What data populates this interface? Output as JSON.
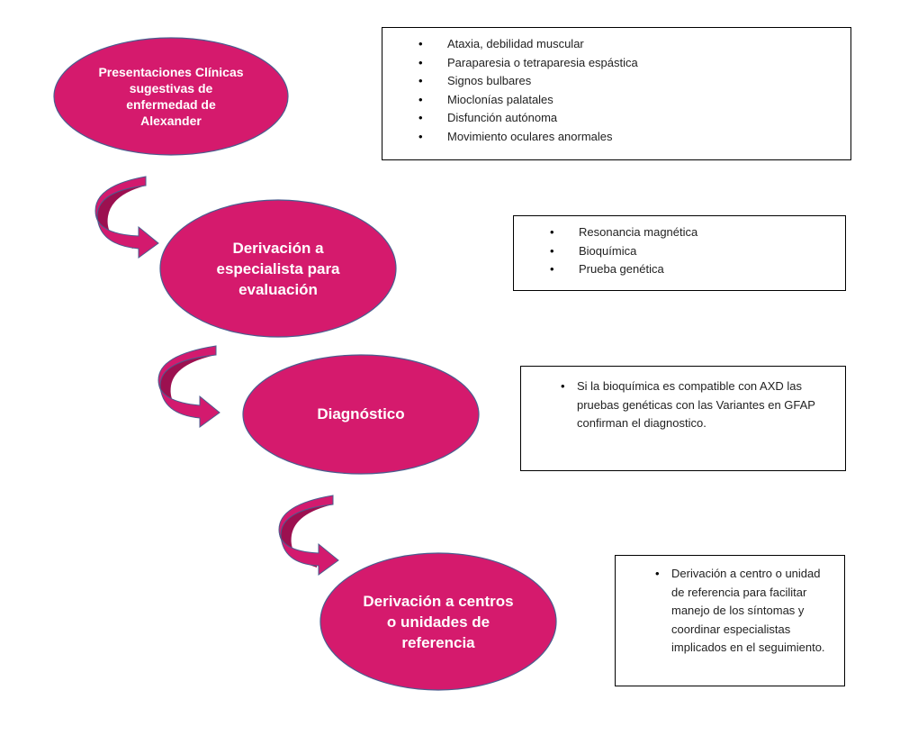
{
  "colors": {
    "node_fill": "#d51a6d",
    "node_stroke": "#4a5d8f",
    "arrow_fill": "#d31a6e",
    "arrow_shadow": "#9c1050",
    "box_border": "#000000"
  },
  "nodes": [
    {
      "lines": [
        "Presentaciones Clínicas",
        "sugestivas de",
        "enfermedad de",
        "Alexander"
      ]
    },
    {
      "lines": [
        "Derivación a",
        "especialista para",
        "evaluación"
      ]
    },
    {
      "lines": [
        "Diagnóstico"
      ]
    },
    {
      "lines": [
        "Derivación a centros",
        "o unidades de",
        "referencia"
      ]
    }
  ],
  "boxes": [
    {
      "items": [
        "Ataxia, debilidad muscular",
        "Paraparesia o tetraparesia espástica",
        "Signos bulbares",
        "Mioclonías palatales",
        "Disfunción autónoma",
        "Movimiento oculares anormales"
      ]
    },
    {
      "items": [
        "Resonancia magnética",
        "Bioquímica",
        "Prueba genética"
      ]
    },
    {
      "items": [
        "Si la bioquímica es compatible con AXD las pruebas genéticas con las Variantes en GFAP confirman el diagnostico."
      ]
    },
    {
      "items": [
        "Derivación a centro o unidad de referencia para facilitar manejo de los síntomas y coordinar especialistas implicados en el seguimiento."
      ]
    }
  ]
}
